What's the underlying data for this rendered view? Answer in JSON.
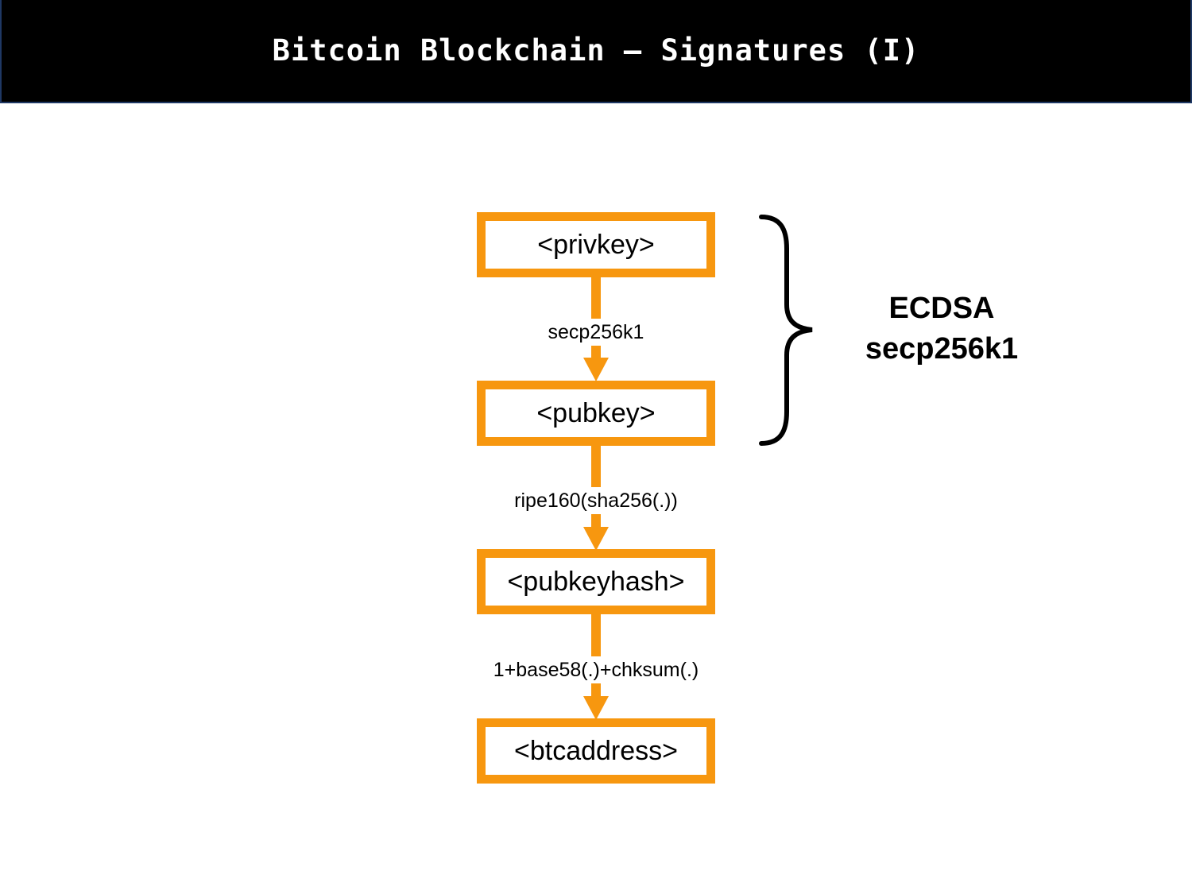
{
  "header": {
    "title": "Bitcoin Blockchain – Signatures (I)"
  },
  "diagram": {
    "nodes": [
      {
        "id": "privkey",
        "label": "<privkey>"
      },
      {
        "id": "pubkey",
        "label": "<pubkey>"
      },
      {
        "id": "pubkeyhash",
        "label": "<pubkeyhash>"
      },
      {
        "id": "btcaddress",
        "label": "<btcaddress>"
      }
    ],
    "edges": [
      {
        "from": "privkey",
        "to": "pubkey",
        "label": "secp256k1"
      },
      {
        "from": "pubkey",
        "to": "pubkeyhash",
        "label": "ripe160(sha256(.))"
      },
      {
        "from": "pubkeyhash",
        "to": "btcaddress",
        "label": "1+base58(.)+chksum(.)"
      }
    ],
    "group": {
      "covers": [
        "privkey",
        "pubkey"
      ],
      "line1": "ECDSA",
      "line2": "secp256k1"
    }
  },
  "colors": {
    "node_border": "#f7970f",
    "title_background": "#000000",
    "title_text": "#ffffff"
  }
}
